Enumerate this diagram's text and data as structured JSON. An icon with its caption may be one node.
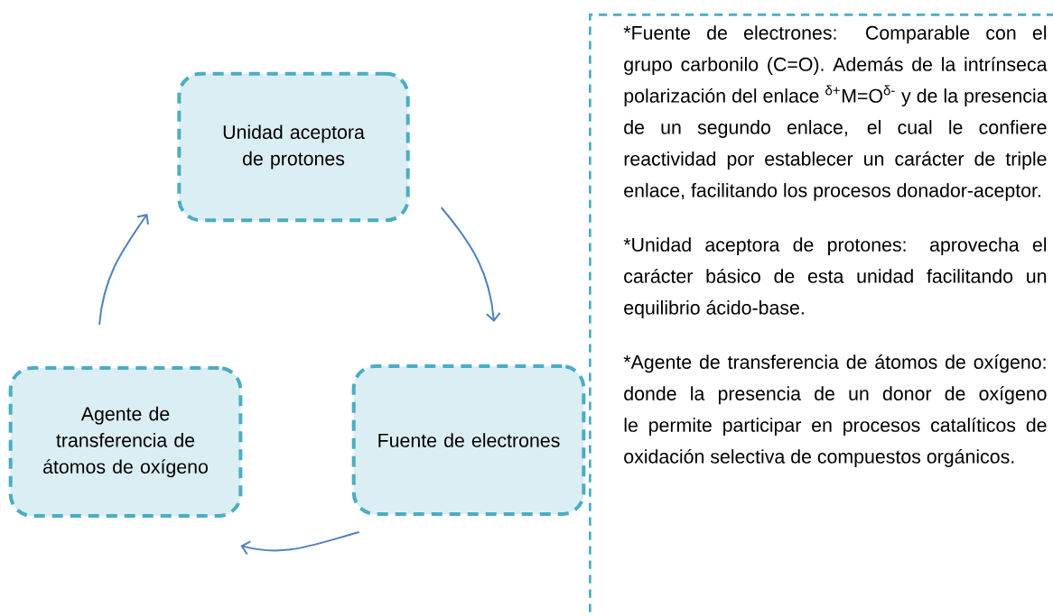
{
  "diagram": {
    "nodes": [
      {
        "text": [
          "Unidad aceptora de protones"
        ]
      },
      {
        "text": [
          "Agente de transferencia de átomos de oxígeno"
        ]
      },
      {
        "text": [
          "Fuente de electrones"
        ]
      },
      {
        "text": [
          "*Fuente de electrones: Comparable con el grupo carbonilo (C=O). Además de la intrínseca polarización del enlace $^{δ+}$M=O$^{δ-}$ y de la presencia de un segundo enlace, el cual le confiere reactividad por establecer un carácter de triple enlace, facilitando los procesos donador-aceptor.",
          "*Unidad aceptora de protones: aprovecha el carácter básico de esta unidad facilitando un equilibrio ácido-base.",
          "*Agente de transferencia de átomos de oxígeno: donde la presencia de un donor de oxígeno le permite participar en procesos catalíticos de oxidación selectiva de compuestos orgánicos."
        ]
      }
    ],
    "edges": [
      {
        "from": 0,
        "to": 2,
        "arrow": "to"
      },
      {
        "from": 2,
        "to": 1,
        "arrow": "to"
      },
      {
        "from": 1,
        "to": 0,
        "arrow": "to"
      }
    ]
  }
}
